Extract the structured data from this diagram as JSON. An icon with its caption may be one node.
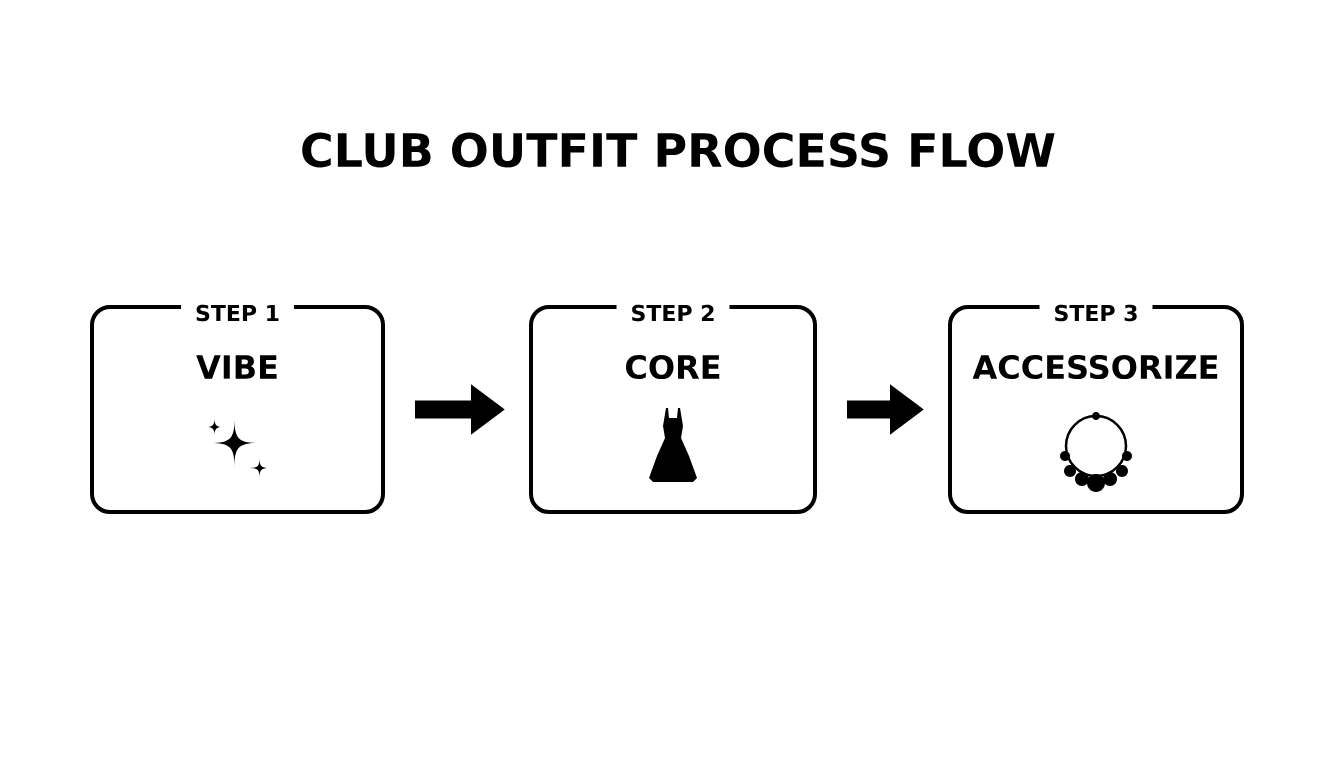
{
  "diagram": {
    "title": "CLUB OUTFIT PROCESS FLOW",
    "nodes": [
      {
        "text": [
          "STEP 1",
          "VIBE"
        ]
      },
      {
        "text": [
          "STEP 2",
          "CORE"
        ]
      },
      {
        "text": [
          "STEP 3",
          "ACCESSORIZE"
        ]
      }
    ],
    "edges": [
      {
        "from": 0,
        "to": 1,
        "arrow": "to"
      },
      {
        "from": 1,
        "to": 2,
        "arrow": "to"
      }
    ]
  }
}
